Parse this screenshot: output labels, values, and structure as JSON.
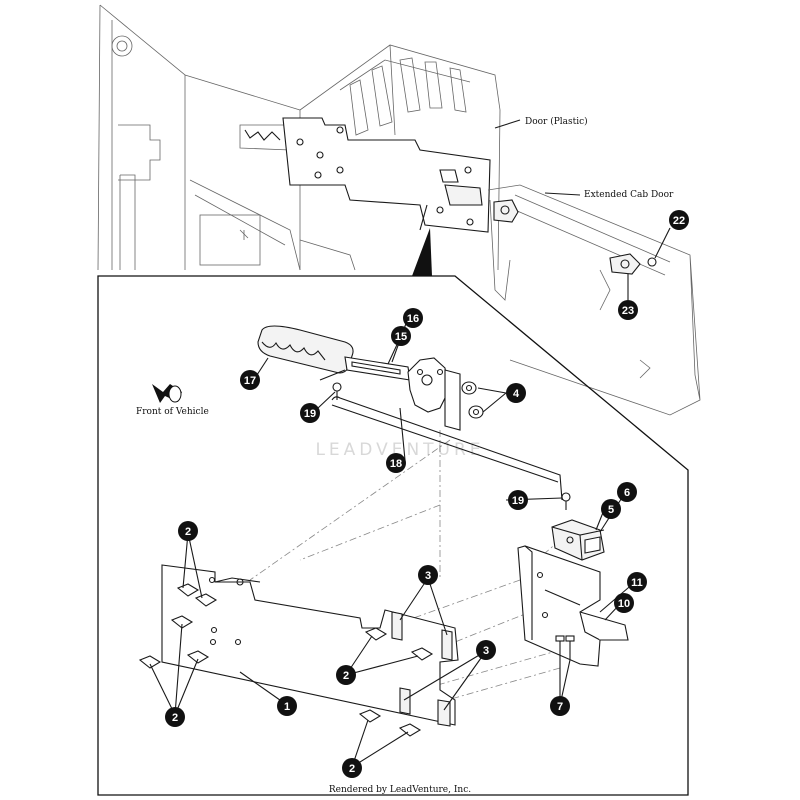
{
  "labels": {
    "door_plastic": "Door (Plastic)",
    "extended_cab_door": "Extended Cab Door",
    "front_of_vehicle": "Front of Vehicle",
    "rendered_by": "Rendered by LeadVenture, Inc.",
    "watermark": "LEADVENTURE"
  },
  "callouts": {
    "c22": "22",
    "c23": "23",
    "c16": "16",
    "c15": "15",
    "c17": "17",
    "c4": "4",
    "c19a": "19",
    "c18": "18",
    "c19b": "19",
    "c6": "6",
    "c5": "5",
    "c2a": "2",
    "c3a": "3",
    "c11": "11",
    "c10": "10",
    "c2b": "2",
    "c3b": "3",
    "c2c": "2",
    "c1": "1",
    "c7": "7",
    "c2d": "2"
  }
}
